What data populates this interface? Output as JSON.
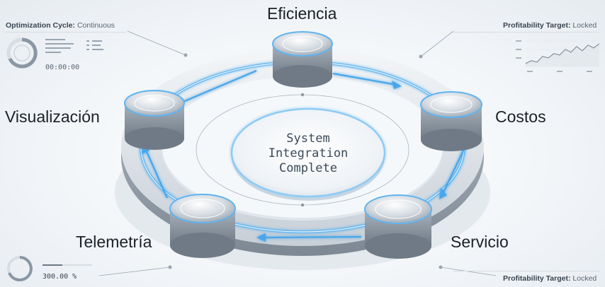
{
  "nodes": {
    "top": "Eficiencia",
    "right": "Costos",
    "bottom_right": "Servicio",
    "bottom_left": "Telemetría",
    "left": "Visualización"
  },
  "center": {
    "line1": "System",
    "line2": "Integration",
    "line3": "Complete"
  },
  "top_left_panel": {
    "label_key": "Optimization Cycle:",
    "label_value": "Continuous",
    "timer": "00:00:00"
  },
  "top_right_panel": {
    "label_key": "Profitability Target:",
    "label_value": "Locked"
  },
  "bottom_left_panel": {
    "readout": "300.00 %"
  },
  "bottom_right_panel": {
    "label_key": "Profitability Target:",
    "label_value": "Locked"
  },
  "colors": {
    "accent_glow": "#5fb4f0",
    "metal": "#c9d1d9",
    "text": "#1c2128"
  }
}
